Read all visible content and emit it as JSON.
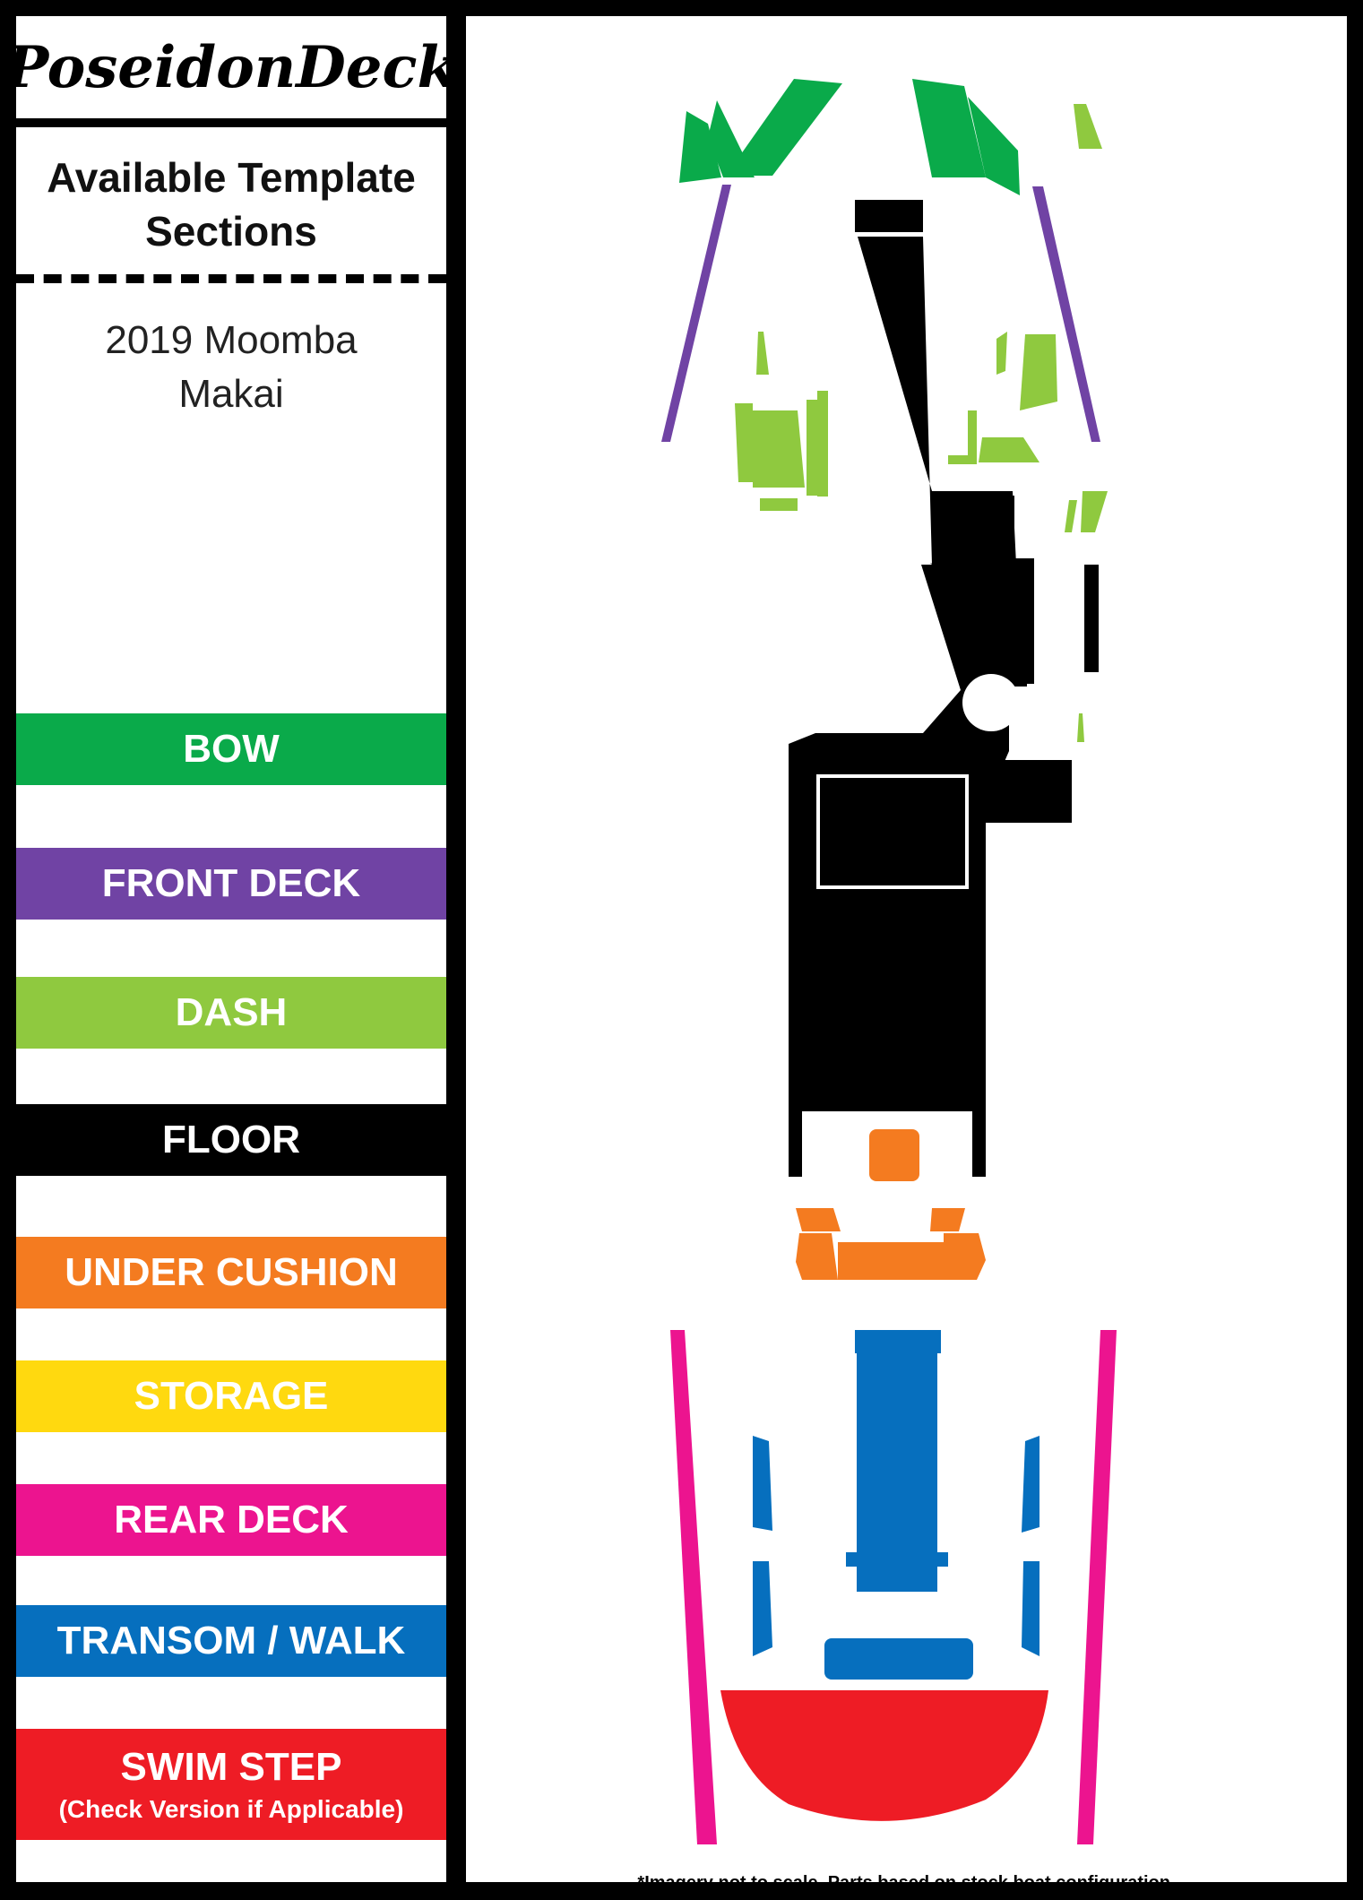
{
  "brand": "PoseidonDeck",
  "heading": [
    "Available Template",
    "Sections"
  ],
  "model": [
    "2019 Moomba",
    "Makai"
  ],
  "legend": [
    {
      "label": "BOW",
      "color": "#0aaa4a"
    },
    {
      "label": "FRONT DECK",
      "color": "#7043a4"
    },
    {
      "label": "DASH",
      "color": "#8fc93f"
    },
    {
      "label": "FLOOR",
      "color": "#000000"
    },
    {
      "label": "UNDER CUSHION",
      "color": "#f47b20"
    },
    {
      "label": "STORAGE",
      "color": "#ffd90f"
    },
    {
      "label": "REAR DECK",
      "color": "#ec148f"
    },
    {
      "label": "TRANSOM / WALK",
      "color": "#066fbe"
    },
    {
      "label": "SWIM STEP",
      "sub": "(Check Version if Applicable)",
      "color": "#ee1c25"
    }
  ],
  "footnote": "*Imagery not to scale. Parts based on stock boat configuration."
}
